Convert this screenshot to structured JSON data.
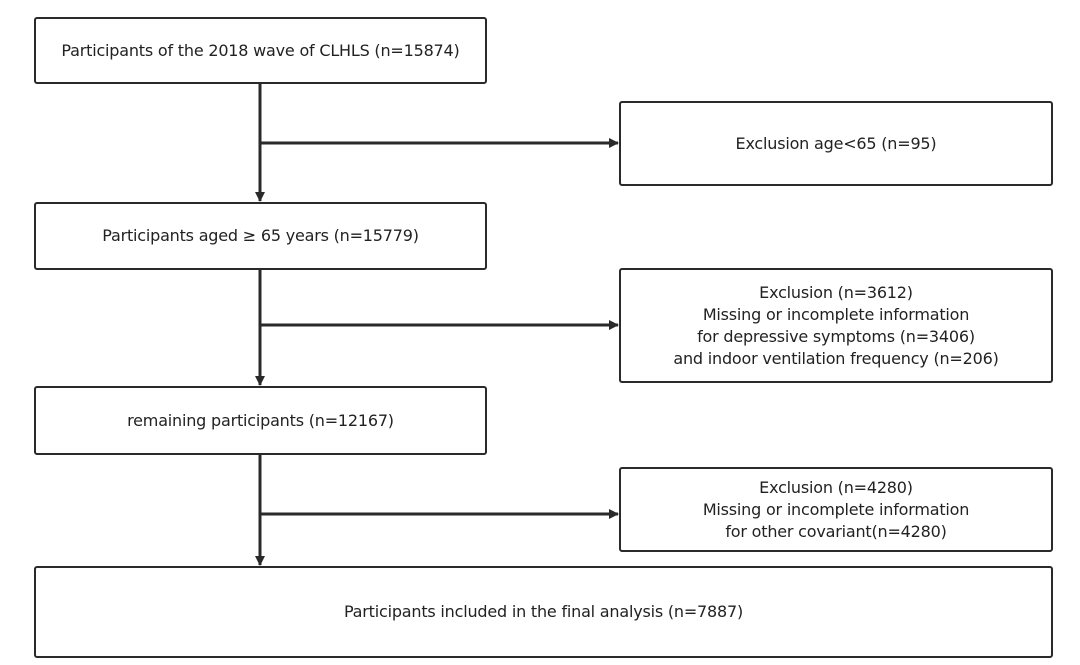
{
  "flow": {
    "start": "Participants of the 2018 wave of CLHLS (n=15874)",
    "aged65": "Participants aged ≥ 65 years (n=15779)",
    "remaining": "remaining participants (n=12167)",
    "final": "Participants included in the final analysis (n=7887)"
  },
  "exclusions": {
    "age": "Exclusion age<65 (n=95)",
    "missing_outcome": [
      "Exclusion (n=3612)",
      "Missing or incomplete information",
      "for depressive symptoms (n=3406)",
      "and indoor ventilation frequency (n=206)"
    ],
    "missing_covariate": [
      "Exclusion (n=4280)",
      "Missing or incomplete information",
      "for other covariant(n=4280)"
    ]
  }
}
